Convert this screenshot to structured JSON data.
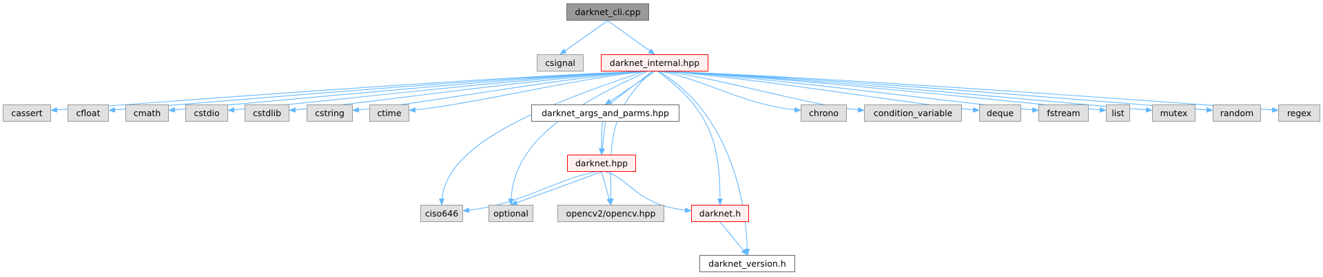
{
  "title": "darknet_cli.cpp include dependency graph",
  "colors": {
    "edge": "#63b8ff",
    "root_fill": "#999999",
    "system_fill": "#e0e0e0",
    "highlight_border": "#ff0000"
  },
  "nodes": {
    "darknet_cli_cpp": "darknet_cli.cpp",
    "csignal": "csignal",
    "darknet_internal_hpp": "darknet_internal.hpp",
    "cassert": "cassert",
    "cfloat": "cfloat",
    "cmath": "cmath",
    "cstdio": "cstdio",
    "cstdlib": "cstdlib",
    "cstring": "cstring",
    "ctime": "ctime",
    "darknet_args_and_parms_hpp": "darknet_args_and_parms.hpp",
    "chrono": "chrono",
    "condition_variable": "condition_variable",
    "deque": "deque",
    "fstream": "fstream",
    "list": "list",
    "mutex": "mutex",
    "random": "random",
    "regex": "regex",
    "darknet_hpp": "darknet.hpp",
    "ciso646": "ciso646",
    "optional": "optional",
    "opencv_hpp": "opencv2/opencv.hpp",
    "darknet_h": "darknet.h",
    "darknet_version_h": "darknet_version.h"
  },
  "edges": [
    [
      "darknet_cli_cpp",
      "csignal"
    ],
    [
      "darknet_cli_cpp",
      "darknet_internal_hpp"
    ],
    [
      "darknet_internal_hpp",
      "cassert"
    ],
    [
      "darknet_internal_hpp",
      "cfloat"
    ],
    [
      "darknet_internal_hpp",
      "cmath"
    ],
    [
      "darknet_internal_hpp",
      "cstdio"
    ],
    [
      "darknet_internal_hpp",
      "cstdlib"
    ],
    [
      "darknet_internal_hpp",
      "cstring"
    ],
    [
      "darknet_internal_hpp",
      "ctime"
    ],
    [
      "darknet_internal_hpp",
      "ciso646"
    ],
    [
      "darknet_internal_hpp",
      "optional"
    ],
    [
      "darknet_internal_hpp",
      "darknet_hpp"
    ],
    [
      "darknet_internal_hpp",
      "darknet_args_and_parms_hpp"
    ],
    [
      "darknet_internal_hpp",
      "opencv_hpp"
    ],
    [
      "darknet_internal_hpp",
      "darknet_h"
    ],
    [
      "darknet_internal_hpp",
      "darknet_version_h"
    ],
    [
      "darknet_internal_hpp",
      "chrono"
    ],
    [
      "darknet_internal_hpp",
      "condition_variable"
    ],
    [
      "darknet_internal_hpp",
      "deque"
    ],
    [
      "darknet_internal_hpp",
      "fstream"
    ],
    [
      "darknet_internal_hpp",
      "list"
    ],
    [
      "darknet_internal_hpp",
      "mutex"
    ],
    [
      "darknet_internal_hpp",
      "random"
    ],
    [
      "darknet_internal_hpp",
      "regex"
    ],
    [
      "darknet_args_and_parms_hpp",
      "darknet_hpp"
    ],
    [
      "darknet_hpp",
      "ciso646"
    ],
    [
      "darknet_hpp",
      "optional"
    ],
    [
      "darknet_hpp",
      "opencv_hpp"
    ],
    [
      "darknet_hpp",
      "darknet_h"
    ],
    [
      "darknet_h",
      "darknet_version_h"
    ]
  ]
}
